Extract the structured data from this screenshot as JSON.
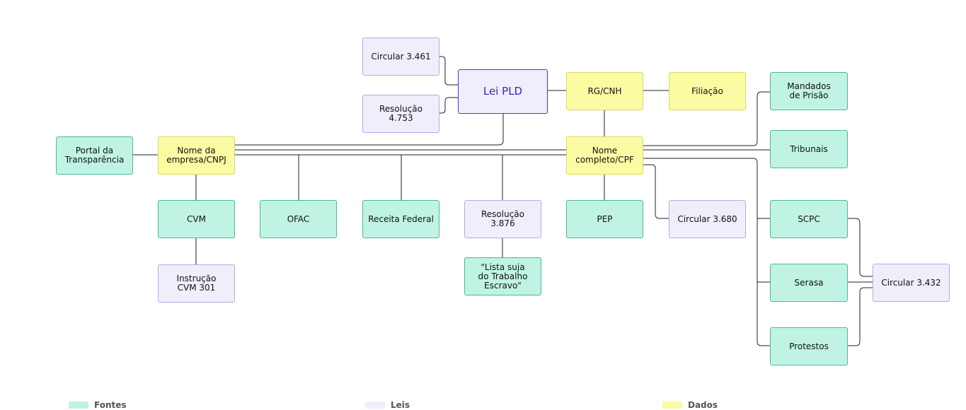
{
  "diagram": {
    "nodes": {
      "lei_pld": "Lei PLD",
      "circular_3461": "Circular 3.461",
      "resolucao_4753": "Resolução 4.753",
      "rg_cnh": "RG/CNH",
      "filiacao": "Filiação",
      "mandados": "Mandados\nde Prisão",
      "tribunais": "Tribunais",
      "portal": "Portal da\nTransparência",
      "nome_empresa": "Nome da\nempresa/CNPJ",
      "nome_completo": "Nome\ncompleto/CPF",
      "cvm": "CVM",
      "ofac": "OFAC",
      "receita": "Receita Federal",
      "resolucao_3876": "Resolução 3.876",
      "pep": "PEP",
      "circular_3680": "Circular 3.680",
      "scpc": "SCPC",
      "instrucao_cvm": "Instrução\nCVM 301",
      "lista_suja": "\"Lista suja\ndo Trabalho\nEscravo\"",
      "serasa": "Serasa",
      "circular_3432": "Circular 3.432",
      "protestos": "Protestos"
    }
  },
  "legend": {
    "fontes": "Fontes",
    "leis": "Leis",
    "dados": "Dados"
  },
  "colors": {
    "fontes": "#c0f3e4",
    "leis": "#f1eefb",
    "dados": "#fbfba4",
    "lei_pld_border": "#5a2fd9"
  }
}
